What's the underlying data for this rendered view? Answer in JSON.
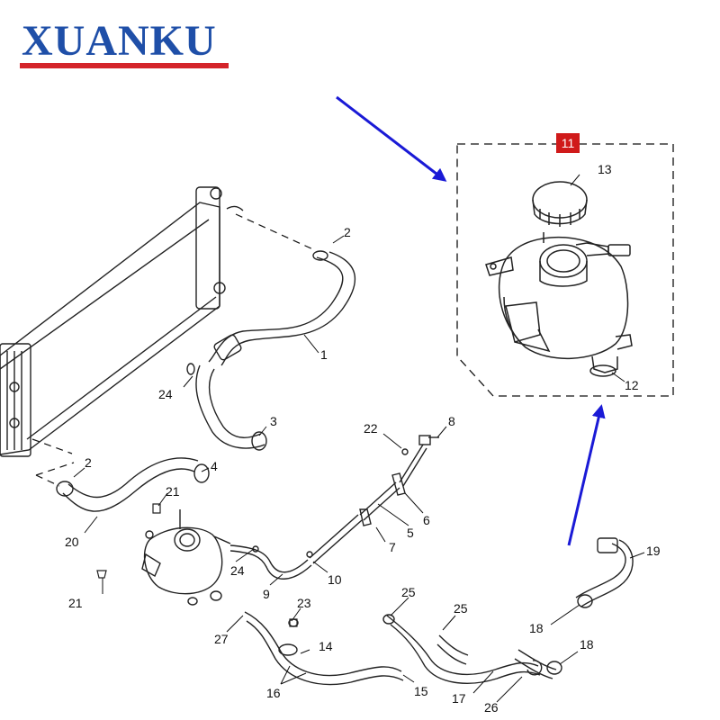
{
  "brand": {
    "logo_text": "XUANKU",
    "logo_color": "#1f4fa8",
    "underline_color": "#d4242a"
  },
  "highlight": {
    "part_number": "11",
    "badge_color": "#d01a1a",
    "arrow_color": "#1a1ad6"
  },
  "part_labels": [
    "1",
    "2",
    "2",
    "3",
    "4",
    "5",
    "6",
    "7",
    "8",
    "9",
    "10",
    "12",
    "13",
    "14",
    "15",
    "16",
    "17",
    "18",
    "18",
    "19",
    "20",
    "21",
    "21",
    "22",
    "23",
    "24",
    "24",
    "25",
    "25",
    "26",
    "27"
  ]
}
